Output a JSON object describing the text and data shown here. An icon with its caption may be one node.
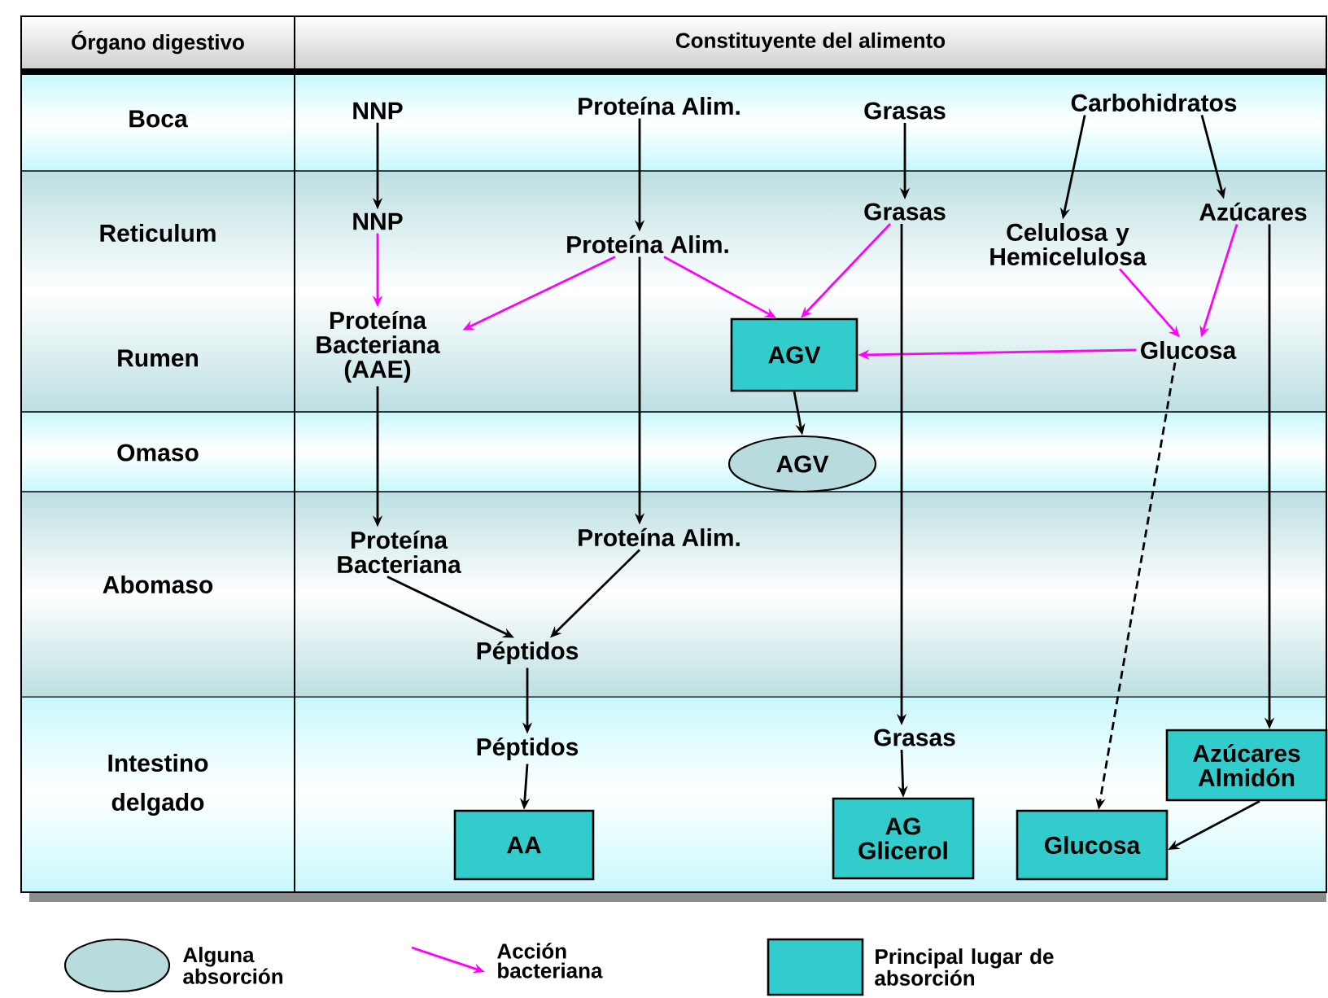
{
  "diagram": {
    "nodes": [
      {
        "text": [
          "NNP"
        ]
      },
      {
        "text": [
          "Proteína Alim."
        ]
      },
      {
        "text": [
          "Grasas"
        ]
      },
      {
        "text": [
          "Carbohidratos"
        ]
      },
      {
        "text": [
          "NNP"
        ]
      },
      {
        "text": [
          "Proteína Alim."
        ]
      },
      {
        "text": [
          "Grasas"
        ]
      },
      {
        "text": [
          "Celulosa y Hemicelulosa"
        ]
      },
      {
        "text": [
          "Azúcares"
        ]
      },
      {
        "text": [
          "Proteína Bacteriana (AAE)"
        ]
      },
      {
        "text": [
          "AGV"
        ]
      },
      {
        "text": [
          "Glucosa"
        ]
      },
      {
        "text": [
          "AGV"
        ]
      },
      {
        "text": [
          "Proteína Bacteriana"
        ]
      },
      {
        "text": [
          "Proteína Alim."
        ]
      },
      {
        "text": [
          "Péptidos"
        ]
      },
      {
        "text": [
          "Péptidos"
        ]
      },
      {
        "text": [
          "Grasas"
        ]
      },
      {
        "text": [
          "Azúcares Almidón"
        ]
      },
      {
        "text": [
          "AA"
        ]
      },
      {
        "text": [
          "AG Glicerol"
        ]
      },
      {
        "text": [
          "Glucosa"
        ]
      }
    ],
    "edges": [
      {
        "from": 0,
        "to": 4,
        "arrow": "to"
      },
      {
        "from": 1,
        "to": 5,
        "arrow": "to"
      },
      {
        "from": 2,
        "to": 6,
        "arrow": "to"
      },
      {
        "from": 3,
        "to": 7,
        "arrow": "to"
      },
      {
        "from": 3,
        "to": 8,
        "arrow": "to"
      },
      {
        "from": 4,
        "to": 9,
        "arrow": "to",
        "color": "#ff00ff"
      },
      {
        "from": 5,
        "to": 9,
        "arrow": "to",
        "color": "#ff00ff"
      },
      {
        "from": 5,
        "to": 10,
        "arrow": "to",
        "color": "#ff00ff"
      },
      {
        "from": 6,
        "to": 10,
        "arrow": "to",
        "color": "#ff00ff"
      },
      {
        "from": 7,
        "to": 11,
        "arrow": "to",
        "color": "#ff00ff"
      },
      {
        "from": 8,
        "to": 11,
        "arrow": "to",
        "color": "#ff00ff"
      },
      {
        "from": 11,
        "to": 10,
        "arrow": "to",
        "color": "#ff00ff"
      },
      {
        "from": 10,
        "to": 12,
        "arrow": "to"
      },
      {
        "from": 9,
        "to": 13,
        "arrow": "to"
      },
      {
        "from": 5,
        "to": 14,
        "arrow": "to"
      },
      {
        "from": 13,
        "to": 15,
        "arrow": "to"
      },
      {
        "from": 14,
        "to": 15,
        "arrow": "to"
      },
      {
        "from": 15,
        "to": 16,
        "arrow": "to"
      },
      {
        "from": 16,
        "to": 19,
        "arrow": "to"
      },
      {
        "from": 6,
        "to": 17,
        "arrow": "to"
      },
      {
        "from": 17,
        "to": 20,
        "arrow": "to"
      },
      {
        "from": 8,
        "to": 18,
        "arrow": "to"
      },
      {
        "from": 11,
        "to": 21,
        "arrow": "to",
        "style": "dashed"
      },
      {
        "from": 18,
        "to": 21,
        "arrow": "to"
      }
    ],
    "labels": [
      "Órgano digestivo",
      "Constituyente del alimento",
      "Boca",
      "Reticulum",
      "Rumen",
      "Omaso",
      "Abomaso",
      "Intestino delgado"
    ],
    "legend": [
      {
        "text": "Alguna absorción"
      },
      {
        "text": "Acción bacteriana"
      },
      {
        "text": "Principal lugar de absorción",
        "color": "#33cccc"
      }
    ]
  }
}
